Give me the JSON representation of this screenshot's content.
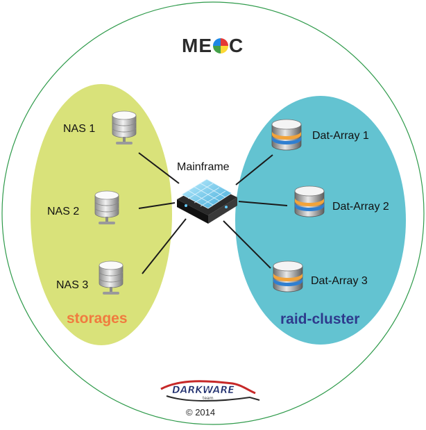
{
  "brand": {
    "text_before": "ME",
    "text_after": "C",
    "logo_colors": [
      "#e53935",
      "#fdd835",
      "#43a047",
      "#1e88e5"
    ]
  },
  "center": {
    "label": "Mainframe",
    "icon": "mainframe-icon"
  },
  "groups": {
    "left": {
      "label": "storages",
      "label_color": "#f07b3f",
      "fill": "#d9e27a",
      "node_icon": "nas-server-icon",
      "nodes": [
        "NAS 1",
        "NAS 2",
        "NAS 3"
      ]
    },
    "right": {
      "label": "raid-cluster",
      "label_color": "#2e3a8c",
      "fill": "#63c3d1",
      "node_icon": "database-array-icon",
      "nodes": [
        "Dat-Array 1",
        "Dat-Array 2",
        "Dat-Array 3"
      ]
    }
  },
  "outer_circle_color": "#2e9a4a",
  "footer": {
    "logo_text": "DARKWARE",
    "logo_subtext": "team",
    "copyright": "© 2014"
  }
}
